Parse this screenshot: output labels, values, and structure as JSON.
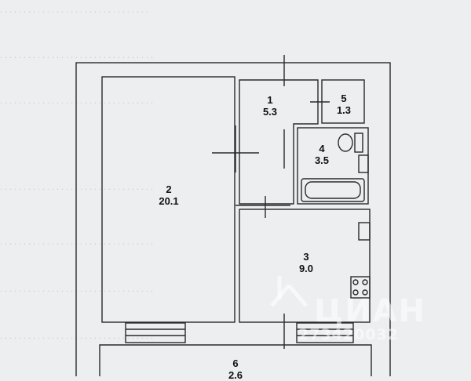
{
  "rooms": [
    {
      "number": "1",
      "area": "5.3"
    },
    {
      "number": "2",
      "area": "20.1"
    },
    {
      "number": "3",
      "area": "9.0"
    },
    {
      "number": "4",
      "area": "3.5"
    },
    {
      "number": "5",
      "area": "1.3"
    },
    {
      "number": "6",
      "area": "2.6"
    }
  ],
  "watermark": {
    "brand": "ЦИАН",
    "listing_id": "273420032"
  },
  "colors": {
    "paper": "#eceef0",
    "lines": "#2a2a2a",
    "background_text": "#c9ccd1"
  }
}
